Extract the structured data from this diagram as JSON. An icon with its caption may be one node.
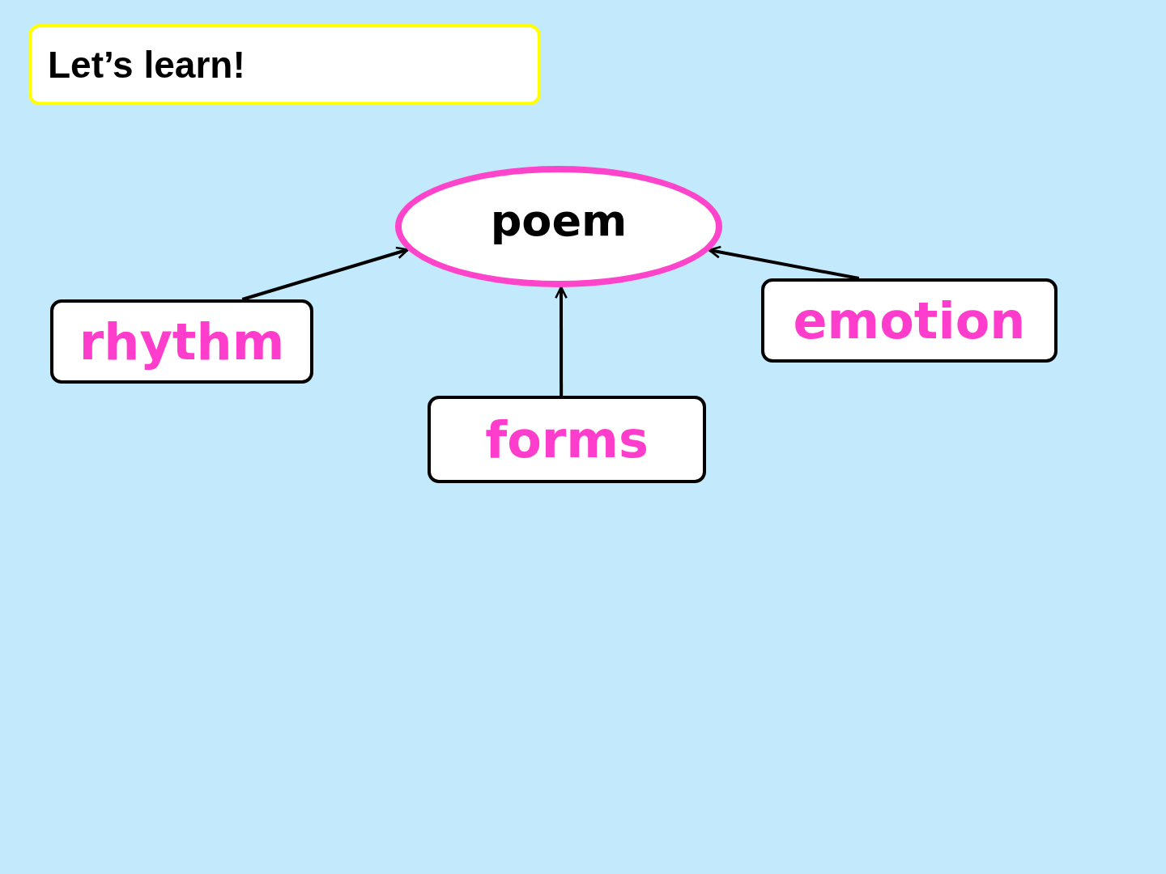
{
  "diagram": {
    "nodes": [
      {
        "text": [
          "Let’s learn!"
        ]
      },
      {
        "text": [
          "poem"
        ]
      },
      {
        "text": [
          "rhythm"
        ]
      },
      {
        "text": [
          "emotion"
        ]
      },
      {
        "text": [
          "forms"
        ]
      }
    ],
    "edges": [
      {
        "from": 2,
        "to": 1,
        "arrow": "to"
      },
      {
        "from": 4,
        "to": 1,
        "arrow": "to"
      },
      {
        "from": 3,
        "to": 1,
        "arrow": "to"
      }
    ]
  }
}
